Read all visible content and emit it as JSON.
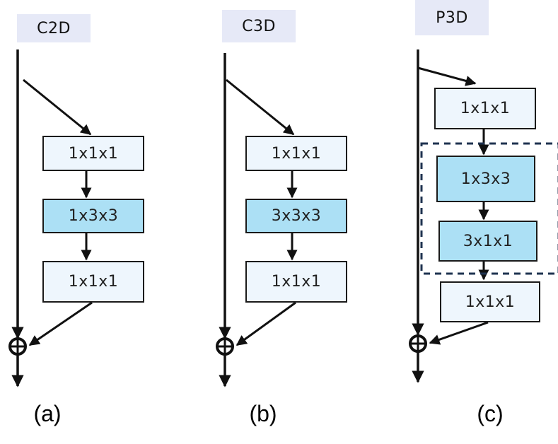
{
  "panels": [
    {
      "tag": "C2D",
      "blocks": [
        "1x1x1",
        "1x3x3",
        "1x1x1"
      ],
      "caption": "(a)"
    },
    {
      "tag": "C3D",
      "blocks": [
        "1x1x1",
        "3x3x3",
        "1x1x1"
      ],
      "caption": "(b)"
    },
    {
      "tag": "P3D",
      "blocks": [
        "1x1x1",
        "1x3x3",
        "3x1x1",
        "1x1x1"
      ],
      "caption": "(c)"
    }
  ],
  "colors": {
    "tag_bg": "#e6e9f7",
    "block_plain": "#eef6fd",
    "block_highlight": "#ace0f5",
    "stroke": "#111111",
    "dashed_box": "#1f3350"
  }
}
